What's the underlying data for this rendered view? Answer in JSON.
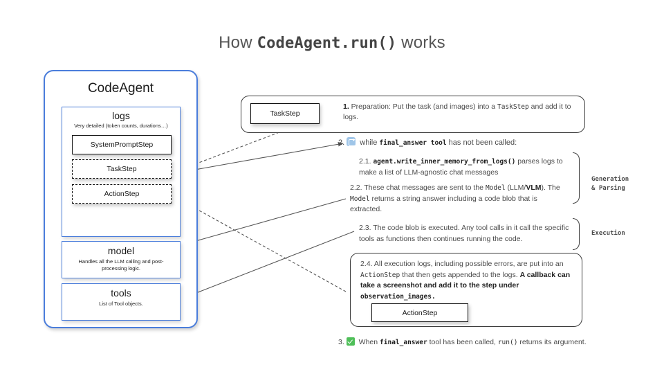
{
  "title": {
    "prefix": "How ",
    "code": "CodeAgent.run()",
    "suffix": " works"
  },
  "agent_panel": {
    "title": "CodeAgent",
    "logs": {
      "title": "logs",
      "subtitle": "Very detailed (token counts, durations…)",
      "steps": [
        {
          "label": "SystemPromptStep",
          "style": "solid"
        },
        {
          "label": "TaskStep",
          "style": "dashed"
        },
        {
          "label": "ActionStep",
          "style": "dashed"
        }
      ]
    },
    "model": {
      "title": "model",
      "desc": "Handles all the LLM calling and post-processing logic."
    },
    "tools": {
      "title": "tools",
      "desc": "List of Tool objects."
    }
  },
  "steps": {
    "step1": {
      "chip": "TaskStep",
      "num": "1.",
      "text_a": "  Preparation: Put the task (and images) into a ",
      "code_a": "TaskStep",
      "text_b": " and add it to logs."
    },
    "step2": {
      "num": "2.",
      "icon": "loop-icon",
      "text_a": " while ",
      "code_a": "final_answer tool",
      "text_b": " has not been called:"
    },
    "step2_1": {
      "num": "2.1.",
      "code_a": "agent.write_inner_memory_from_logs()",
      "text_a": " parses logs to make a list of LLM-agnostic chat messages"
    },
    "step2_2": {
      "num": "2.2.",
      "text_a": " These chat messages are sent to the ",
      "code_a": "Model",
      "text_b": " (LLM/",
      "bold_a": "VLM",
      "text_c": "). The ",
      "code_b": "Model",
      "text_d": " returns a string answer including a code blob that is extracted."
    },
    "step2_3": {
      "num": "2.3.",
      "text_a": " The code blob is executed. Any tool calls in it call the specific tools as functions then continues running the code."
    },
    "step2_4": {
      "num": "2.4.",
      "text_a": " All execution logs, including possible errors, are put into an ",
      "code_a": "ActionStep",
      "text_b": " that then gets appended to the logs. ",
      "bold_a": "A callback can  take a screenshot and add it to the step under ",
      "bold_code": "observation_images.",
      "chip": "ActionStep"
    },
    "step3": {
      "num": "3.",
      "icon": "check-icon",
      "text_a": " When ",
      "code_a": "final_answer",
      "text_b": " tool has been called, ",
      "code_b": "run()",
      "text_c": " returns its argument."
    }
  },
  "side_labels": {
    "generation": "Generation\n& Parsing",
    "generation_l1": "Generation",
    "generation_l2": "& Parsing",
    "execution": "Execution"
  },
  "colors": {
    "blue_border": "#4a7ddb",
    "text_gray": "#4a4a4a",
    "arrow_gray": "#555555",
    "loop_blue": "#9fc5e8",
    "check_green": "#4fbf59"
  }
}
